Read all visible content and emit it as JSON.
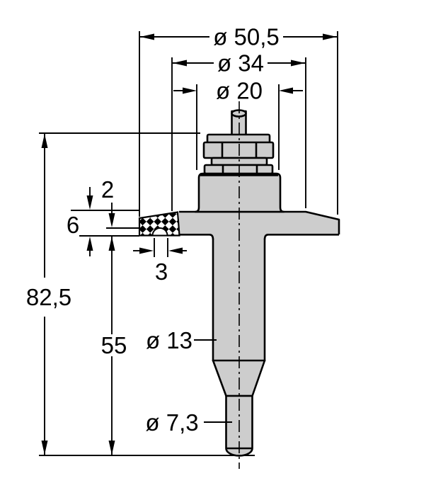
{
  "drawing": {
    "kind": "technical-dimension-drawing",
    "colors": {
      "part_fill": "#cdcdcd",
      "line": "#000000",
      "background": "#ffffff"
    },
    "dims": {
      "d50": "ø 50,5",
      "d34": "ø 34",
      "d20": "ø 20",
      "d13": "ø 13",
      "d73": "ø 7,3",
      "h825": "82,5",
      "h55": "55",
      "t2": "2",
      "t6": "6",
      "w3": "3"
    }
  }
}
